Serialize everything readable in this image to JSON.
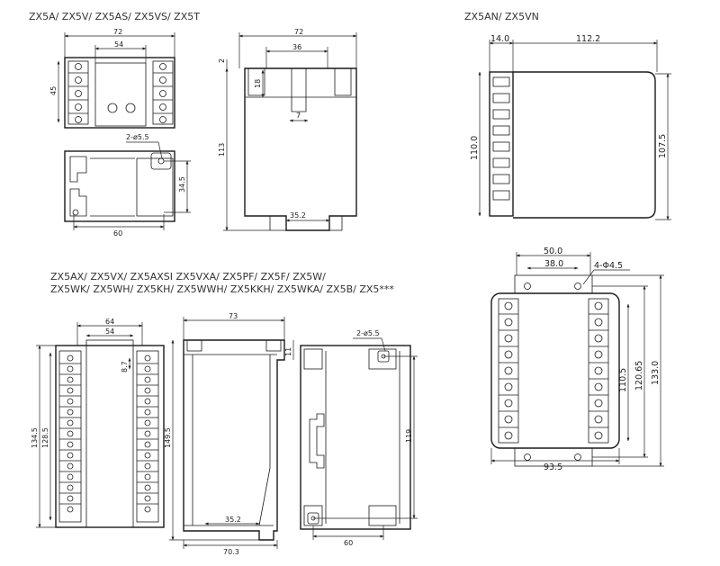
{
  "titles": {
    "group1": "ZX5A/ ZX5V/ ZX5AS/ ZX5VS/ ZX5T",
    "group2": "ZX5AN/ ZX5VN",
    "group3_line1": "ZX5AX/ ZX5VX/ ZX5AXSI ZX5VXA/ ZX5PF/ ZX5F/ ZX5W/",
    "group3_line2": "ZX5WK/ ZX5WH/ ZX5KH/ ZX5WWH/ ZX5KKH/ ZX5WKA/ ZX5B/ ZX5***"
  },
  "dims": {
    "a_72": "72",
    "a_54": "54",
    "a_45": "45",
    "b_2phi": "2-ø5.5",
    "b_345": "34.5",
    "b_60": "60",
    "c_72": "72",
    "c_36": "36",
    "c_2": "2",
    "c_18": "18",
    "c_7": "7",
    "c_113": "113",
    "c_352": "35.2",
    "d_140": "14.0",
    "d_1122": "112.2",
    "d_1100": "110.0",
    "d_1075": "107.5",
    "e_500": "50.0",
    "e_380": "38.0",
    "e_4phi": "4-Φ4.5",
    "e_1105": "110.5",
    "e_12065": "120.65",
    "e_1330": "133.0",
    "e_935": "93.5",
    "f_64": "64",
    "f_54": "54",
    "f_87": "8.7",
    "f_1345": "134.5",
    "f_1285": "128.5",
    "g_73": "73",
    "g_11": "11",
    "g_1495": "149.5",
    "g_352": "35.2",
    "g_703": "70.3",
    "h_2phi": "2-ø5.5",
    "h_119": "119",
    "h_60": "60"
  }
}
